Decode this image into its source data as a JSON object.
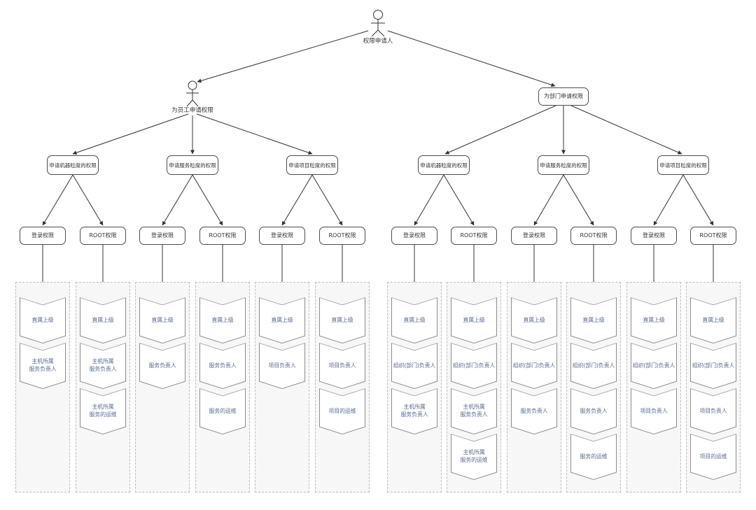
{
  "root": {
    "label": "权限申请人"
  },
  "branches": {
    "left": {
      "label": "为员工申请权限"
    },
    "right": {
      "label": "为部门申请权限"
    }
  },
  "l2": [
    "申请机器粒度的权限",
    "申请服务粒度的权限",
    "申请项目粒度的权限",
    "申请机器粒度的权限",
    "申请服务粒度的权限",
    "申请项目粒度的权限"
  ],
  "l3": [
    "登录权限",
    "ROOT权限",
    "登录权限",
    "ROOT权限",
    "登录权限",
    "ROOT权限",
    "登录权限",
    "ROOT权限",
    "登录权限",
    "ROOT权限",
    "登录权限",
    "ROOT权限"
  ],
  "columns": [
    {
      "items": [
        "直属上级",
        "主机所属\n服务负责人"
      ]
    },
    {
      "items": [
        "直属上级",
        "主机所属\n服务负责人",
        "主机所属\n服务的运维"
      ]
    },
    {
      "items": [
        "直属上级",
        "服务负责人"
      ]
    },
    {
      "items": [
        "直属上级",
        "服务负责人",
        "服务的运维"
      ]
    },
    {
      "items": [
        "直属上级",
        "项目负责人"
      ]
    },
    {
      "items": [
        "直属上级",
        "项目负责人",
        "项目的运维"
      ]
    },
    {
      "items": [
        "直属上级",
        "组织(部门)负责人",
        "主机所属\n服务负责人"
      ]
    },
    {
      "items": [
        "直属上级",
        "组织(部门)负责人",
        "主机所属\n服务负责人",
        "主机所属\n服务的运维"
      ]
    },
    {
      "items": [
        "直属上级",
        "组织(部门)负责人",
        "服务负责人"
      ]
    },
    {
      "items": [
        "直属上级",
        "组织(部门)负责人",
        "服务负责人",
        "服务的运维"
      ]
    },
    {
      "items": [
        "直属上级",
        "组织(部门)负责人",
        "项目负责人"
      ]
    },
    {
      "items": [
        "直属上级",
        "组织(部门)负责人",
        "项目负责人",
        "项目的运维"
      ]
    }
  ],
  "colors": {
    "line": "#333333",
    "node_border": "#4d4d4d",
    "chevron_text": "#5b6d8f",
    "chevron_border": "#8c8c8c",
    "column_bg": "#f7f7f7",
    "column_border": "#bdbdbd"
  }
}
